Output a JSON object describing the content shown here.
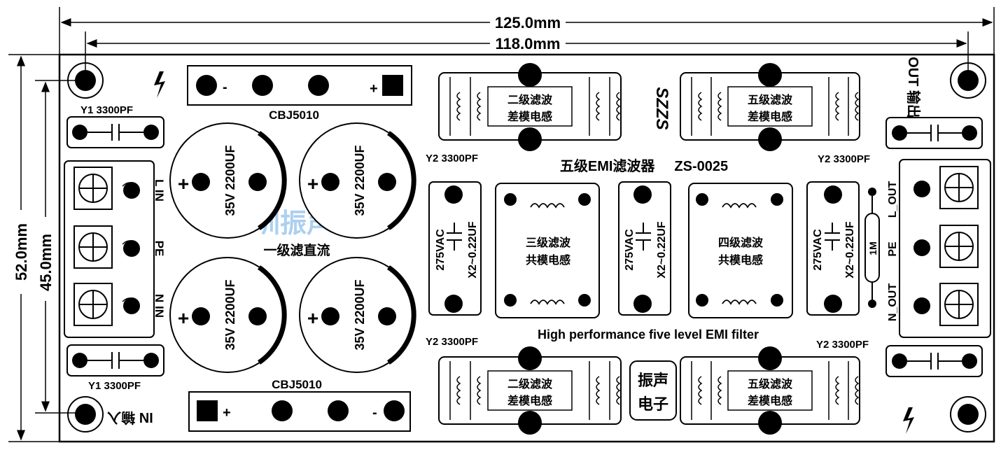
{
  "dimensions": {
    "outer_width": "125.0mm",
    "inner_width": "118.0mm",
    "outer_height": "52.0mm",
    "inner_height": "45.0mm"
  },
  "board": {
    "title_cn": "五级EMI滤波器",
    "model": "ZS-0025",
    "subtitle_en": "High performance five level EMI filter",
    "brand_vertical": "SZZS",
    "watermark": "深圳振声电子",
    "logo_line1": "振声",
    "logo_line2": "电子"
  },
  "rectifier_stage": {
    "label": "一级滤直流",
    "bridge_label": "CBJ5010",
    "bridge_label_bottom": "CBJ5010",
    "minus": "-",
    "plus": "+"
  },
  "capacitors": {
    "electrolytic": "35V 2200UF",
    "x2_voltage": "275VAC",
    "x2_value": "X2~0.22UF",
    "resistor": "1M"
  },
  "y_caps": {
    "y1_top": "Y1 3300PF",
    "y1_bottom": "Y1 3300PF",
    "y2_top_left": "Y2 3300PF",
    "y2_top_right": "Y2 3300PF",
    "y2_bottom_left": "Y2 3300PF",
    "y2_bottom_right": "Y2 3300PF"
  },
  "inductors": {
    "stage2_line1": "二级滤波",
    "stage2_line2": "差模电感",
    "stage5_line1": "五级滤波",
    "stage5_line2": "差模电感",
    "stage3_line1": "三级滤波",
    "stage3_line2": "共模电感",
    "stage4_line1": "四级滤波",
    "stage4_line2": "共模电感"
  },
  "input_terminals": {
    "l_in": "L IN",
    "pe": "PE",
    "n_in": "N IN",
    "in_label": "IN 输入"
  },
  "output_terminals": {
    "l_out": "L_OUT",
    "pe": "PE",
    "n_out": "N_OUT",
    "out_label": "OUT 输出"
  },
  "colors": {
    "ink": "#000000",
    "watermark": "#9ec8ee",
    "board_bg": "#ffffff"
  }
}
